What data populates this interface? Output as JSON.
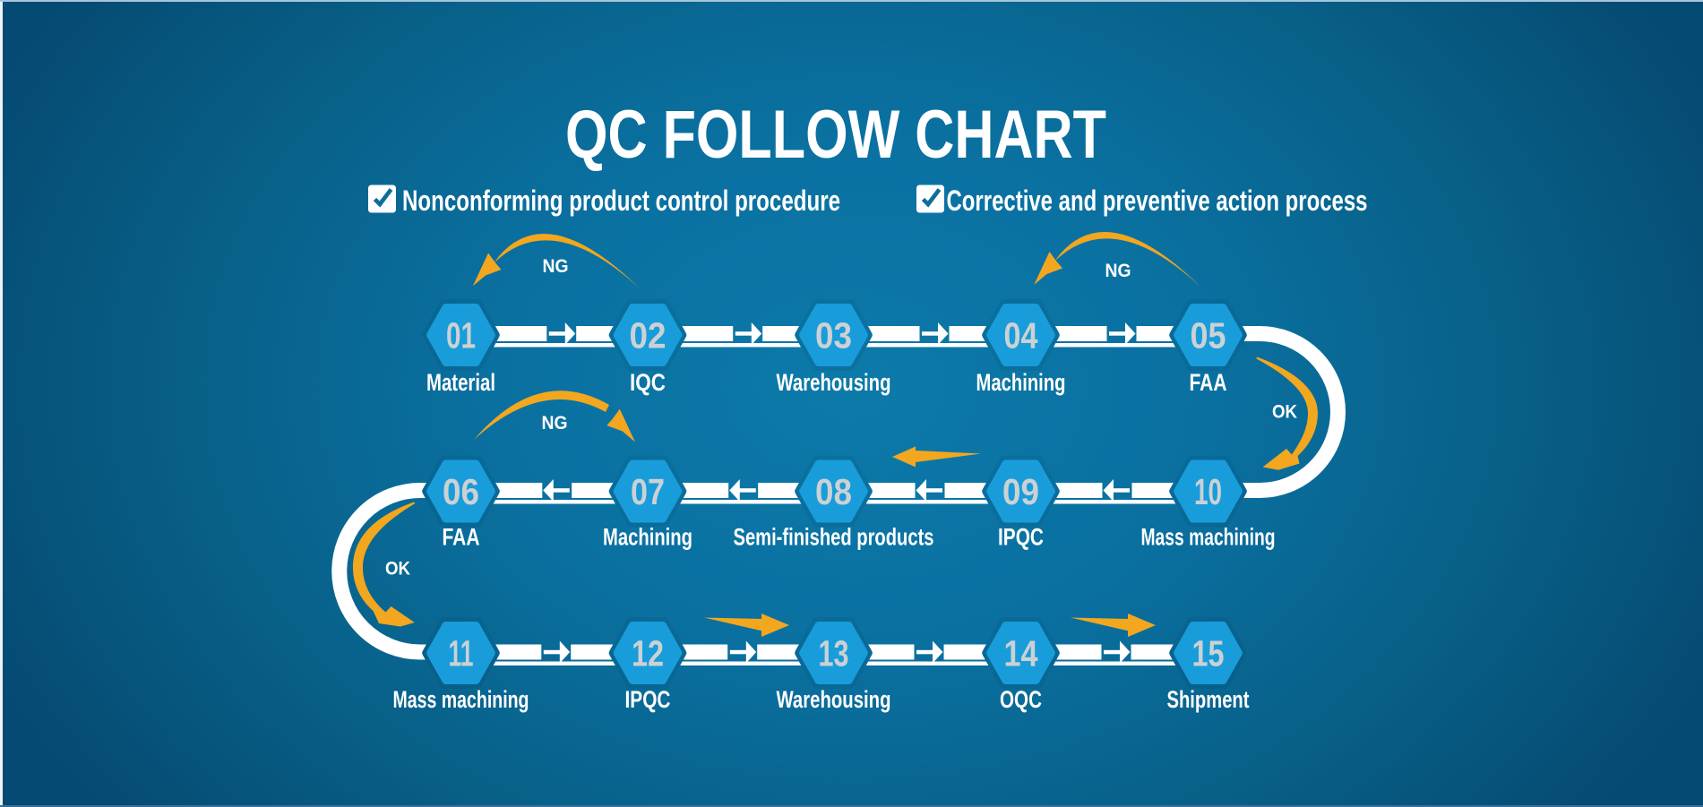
{
  "title": "QC FOLLOW CHART",
  "legend": {
    "items": [
      {
        "checked": true,
        "label": "Nonconforming product control procedure"
      },
      {
        "checked": true,
        "label": "Corrective and preventive action process"
      }
    ]
  },
  "flow": {
    "rows": [
      {
        "direction": "right",
        "steps": [
          {
            "num": "01",
            "label": "Material"
          },
          {
            "num": "02",
            "label": "IQC"
          },
          {
            "num": "03",
            "label": "Warehousing"
          },
          {
            "num": "04",
            "label": "Machining"
          },
          {
            "num": "05",
            "label": "FAA"
          }
        ]
      },
      {
        "direction": "left",
        "steps": [
          {
            "num": "06",
            "label": "FAA"
          },
          {
            "num": "07",
            "label": "Machining"
          },
          {
            "num": "08",
            "label": "Semi-finished products"
          },
          {
            "num": "09",
            "label": "IPQC"
          },
          {
            "num": "10",
            "label": "Mass machining"
          }
        ]
      },
      {
        "direction": "right",
        "steps": [
          {
            "num": "11",
            "label": "Mass machining"
          },
          {
            "num": "12",
            "label": "IPQC"
          },
          {
            "num": "13",
            "label": "Warehousing"
          },
          {
            "num": "14",
            "label": "OQC"
          },
          {
            "num": "15",
            "label": "Shipment"
          }
        ]
      }
    ]
  },
  "annotations": {
    "ng": [
      "NG",
      "NG",
      "NG"
    ],
    "ok": [
      "OK",
      "OK"
    ]
  },
  "colors": {
    "background_center": "#0c7aa9",
    "background_edge": "#054a72",
    "hexagon": "#199cda",
    "step_number": "#ccd1d4",
    "track": "#ffffff",
    "accent_orange": "#f2a71f",
    "checkmark": "#0d6e9a",
    "text": "#ffffff"
  }
}
